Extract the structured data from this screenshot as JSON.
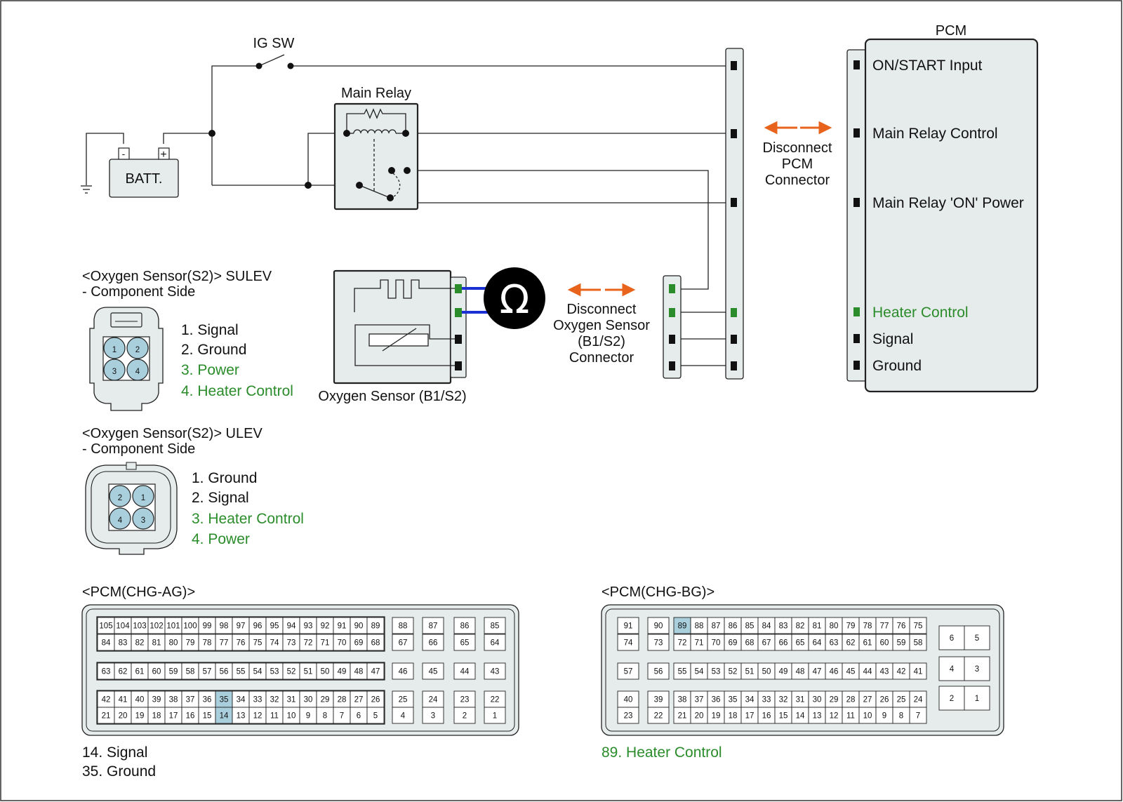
{
  "colors": {
    "green": "#2a8c2a",
    "orange": "#e8641c",
    "highlight": "#a9cfdd",
    "panel": "#e6ebeb",
    "wire_blue": "#1a2fd4"
  },
  "labels": {
    "ig_sw": "IG SW",
    "main_relay": "Main Relay",
    "batt": "BATT.",
    "batt_minus": "-",
    "batt_plus": "+",
    "pcm": "PCM",
    "ohm": "Ω",
    "o2_sensor": "Oxygen Sensor (B1/S2)"
  },
  "disconnect_pcm": [
    "Disconnect",
    "PCM",
    "Connector"
  ],
  "disconnect_o2": [
    "Disconnect",
    "Oxygen Sensor",
    "(B1/S2)",
    "Connector"
  ],
  "pcm_pins": [
    {
      "label": "ON/START Input",
      "green": false
    },
    {
      "label": "Main Relay Control",
      "green": false
    },
    {
      "label": "Main Relay 'ON' Power",
      "green": false
    },
    {
      "label": "Heater Control",
      "green": true
    },
    {
      "label": "Signal",
      "green": false
    },
    {
      "label": "Ground",
      "green": false
    }
  ],
  "sulev": {
    "title": "<Oxygen Sensor(S2)> SULEV",
    "subtitle": "- Component Side",
    "pin_numbers": [
      "1",
      "2",
      "3",
      "4"
    ],
    "pins": [
      {
        "label": "1. Signal",
        "green": false
      },
      {
        "label": "2. Ground",
        "green": false
      },
      {
        "label": "3. Power",
        "green": true
      },
      {
        "label": "4. Heater Control",
        "green": true
      }
    ]
  },
  "ulev": {
    "title": "<Oxygen Sensor(S2)> ULEV",
    "subtitle": "- Component Side",
    "pin_numbers": [
      "2",
      "1",
      "4",
      "3"
    ],
    "pins": [
      {
        "label": "1. Ground",
        "green": false
      },
      {
        "label": "2. Signal",
        "green": false
      },
      {
        "label": "3. Heater Control",
        "green": true
      },
      {
        "label": "4. Power",
        "green": true
      }
    ]
  },
  "pcm_ag": {
    "title": "<PCM(CHG-AG)>",
    "highlighted": [
      "35",
      "14"
    ],
    "main_rows": [
      [
        "105",
        "104",
        "103",
        "102",
        "101",
        "100",
        "99",
        "98",
        "97",
        "96",
        "95",
        "94",
        "93",
        "92",
        "91",
        "90",
        "89"
      ],
      [
        "84",
        "83",
        "82",
        "81",
        "80",
        "79",
        "78",
        "77",
        "76",
        "75",
        "74",
        "73",
        "72",
        "71",
        "70",
        "69",
        "68"
      ],
      [
        "63",
        "62",
        "61",
        "60",
        "59",
        "58",
        "57",
        "56",
        "55",
        "54",
        "53",
        "52",
        "51",
        "50",
        "49",
        "48",
        "47"
      ],
      [
        "42",
        "41",
        "40",
        "39",
        "38",
        "37",
        "36",
        "35",
        "34",
        "33",
        "32",
        "31",
        "30",
        "29",
        "28",
        "27",
        "26"
      ],
      [
        "21",
        "20",
        "19",
        "18",
        "17",
        "16",
        "15",
        "14",
        "13",
        "12",
        "11",
        "10",
        "9",
        "8",
        "7",
        "6",
        "5"
      ]
    ],
    "side_rows": [
      [
        "88",
        "87",
        "86",
        "85"
      ],
      [
        "67",
        "66",
        "65",
        "64"
      ],
      [
        "46",
        "45",
        "44",
        "43"
      ],
      [
        "25",
        "24",
        "23",
        "22"
      ],
      [
        "4",
        "3",
        "2",
        "1"
      ]
    ],
    "notes": [
      {
        "label": "14. Signal",
        "green": false
      },
      {
        "label": "35. Ground",
        "green": false
      }
    ]
  },
  "pcm_bg": {
    "title": "<PCM(CHG-BG)>",
    "highlighted": [
      "89"
    ],
    "left_rows": [
      [
        "91",
        "90"
      ],
      [
        "74",
        "73"
      ],
      [
        "57",
        "56"
      ],
      [
        "40",
        "39"
      ],
      [
        "23",
        "22"
      ]
    ],
    "main_rows": [
      [
        "89",
        "88",
        "87",
        "86",
        "85",
        "84",
        "83",
        "82",
        "81",
        "80",
        "79",
        "78",
        "77",
        "76",
        "75"
      ],
      [
        "72",
        "71",
        "70",
        "69",
        "68",
        "67",
        "66",
        "65",
        "64",
        "63",
        "62",
        "61",
        "60",
        "59",
        "58"
      ],
      [
        "55",
        "54",
        "53",
        "52",
        "51",
        "50",
        "49",
        "48",
        "47",
        "46",
        "45",
        "44",
        "43",
        "42",
        "41"
      ],
      [
        "38",
        "37",
        "36",
        "35",
        "34",
        "33",
        "32",
        "31",
        "30",
        "29",
        "28",
        "27",
        "26",
        "25",
        "24"
      ],
      [
        "21",
        "20",
        "19",
        "18",
        "17",
        "16",
        "15",
        "14",
        "13",
        "12",
        "11",
        "10",
        "9",
        "8",
        "7"
      ]
    ],
    "right_rows": [
      [
        "6",
        "5"
      ],
      [
        "4",
        "3"
      ],
      [
        "2",
        "1"
      ]
    ],
    "notes": [
      {
        "label": "89. Heater Control",
        "green": true
      }
    ]
  }
}
